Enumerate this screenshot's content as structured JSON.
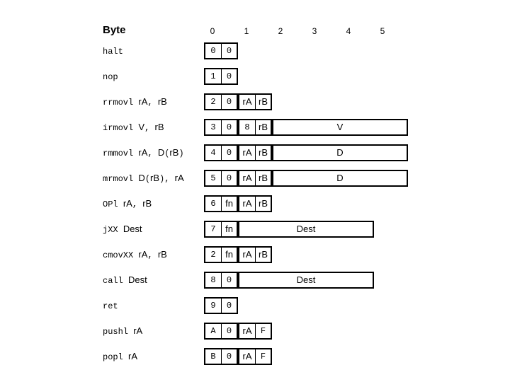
{
  "header": {
    "title": "Byte",
    "byte_indices": [
      "0",
      "1",
      "2",
      "3",
      "4",
      "5"
    ]
  },
  "instructions": [
    {
      "label": [
        {
          "t": "halt",
          "f": "mono"
        }
      ],
      "bytes": [
        {
          "cells": [
            {
              "v": "0",
              "f": "mono"
            },
            {
              "v": "0",
              "f": "mono"
            }
          ]
        }
      ]
    },
    {
      "label": [
        {
          "t": "nop",
          "f": "mono"
        }
      ],
      "bytes": [
        {
          "cells": [
            {
              "v": "1",
              "f": "mono"
            },
            {
              "v": "0",
              "f": "mono"
            }
          ]
        }
      ]
    },
    {
      "label": [
        {
          "t": "rrmovl ",
          "f": "mono"
        },
        {
          "t": "rA",
          "f": "sans"
        },
        {
          "t": ", ",
          "f": "mono"
        },
        {
          "t": "rB",
          "f": "sans"
        }
      ],
      "bytes": [
        {
          "cells": [
            {
              "v": "2",
              "f": "mono"
            },
            {
              "v": "0",
              "f": "mono"
            }
          ]
        },
        {
          "cells": [
            {
              "v": "rA",
              "f": "sans"
            },
            {
              "v": "rB",
              "f": "sans"
            }
          ]
        }
      ]
    },
    {
      "label": [
        {
          "t": "irmovl ",
          "f": "mono"
        },
        {
          "t": "V",
          "f": "sans"
        },
        {
          "t": ", ",
          "f": "mono"
        },
        {
          "t": "rB",
          "f": "sans"
        }
      ],
      "bytes": [
        {
          "cells": [
            {
              "v": "3",
              "f": "mono"
            },
            {
              "v": "0",
              "f": "mono"
            }
          ]
        },
        {
          "cells": [
            {
              "v": "8",
              "f": "mono"
            },
            {
              "v": "rB",
              "f": "sans"
            }
          ]
        },
        {
          "wide": 4,
          "cells": [
            {
              "v": "V",
              "f": "sans"
            }
          ]
        }
      ]
    },
    {
      "label": [
        {
          "t": "rmmovl ",
          "f": "mono"
        },
        {
          "t": "rA",
          "f": "sans"
        },
        {
          "t": ", ",
          "f": "mono"
        },
        {
          "t": "D",
          "f": "sans"
        },
        {
          "t": "(",
          "f": "mono"
        },
        {
          "t": "rB",
          "f": "sans"
        },
        {
          "t": ")",
          "f": "mono"
        }
      ],
      "bytes": [
        {
          "cells": [
            {
              "v": "4",
              "f": "mono"
            },
            {
              "v": "0",
              "f": "mono"
            }
          ]
        },
        {
          "cells": [
            {
              "v": "rA",
              "f": "sans"
            },
            {
              "v": "rB",
              "f": "sans"
            }
          ]
        },
        {
          "wide": 4,
          "cells": [
            {
              "v": "D",
              "f": "sans"
            }
          ]
        }
      ]
    },
    {
      "label": [
        {
          "t": "mrmovl ",
          "f": "mono"
        },
        {
          "t": "D",
          "f": "sans"
        },
        {
          "t": "(",
          "f": "mono"
        },
        {
          "t": "rB",
          "f": "sans"
        },
        {
          "t": "), ",
          "f": "mono"
        },
        {
          "t": "rA",
          "f": "sans"
        }
      ],
      "bytes": [
        {
          "cells": [
            {
              "v": "5",
              "f": "mono"
            },
            {
              "v": "0",
              "f": "mono"
            }
          ]
        },
        {
          "cells": [
            {
              "v": "rA",
              "f": "sans"
            },
            {
              "v": "rB",
              "f": "sans"
            }
          ]
        },
        {
          "wide": 4,
          "cells": [
            {
              "v": "D",
              "f": "sans"
            }
          ]
        }
      ]
    },
    {
      "label": [
        {
          "t": "OPl ",
          "f": "mono"
        },
        {
          "t": "rA",
          "f": "sans"
        },
        {
          "t": ", ",
          "f": "mono"
        },
        {
          "t": "rB",
          "f": "sans"
        }
      ],
      "bytes": [
        {
          "cells": [
            {
              "v": "6",
              "f": "mono"
            },
            {
              "v": "fn",
              "f": "sans"
            }
          ]
        },
        {
          "cells": [
            {
              "v": "rA",
              "f": "sans"
            },
            {
              "v": "rB",
              "f": "sans"
            }
          ]
        }
      ]
    },
    {
      "label": [
        {
          "t": "jXX ",
          "f": "mono"
        },
        {
          "t": "Dest",
          "f": "sans"
        }
      ],
      "bytes": [
        {
          "cells": [
            {
              "v": "7",
              "f": "mono"
            },
            {
              "v": "fn",
              "f": "sans"
            }
          ]
        },
        {
          "wide": 4,
          "cells": [
            {
              "v": "Dest",
              "f": "sans"
            }
          ]
        }
      ]
    },
    {
      "label": [
        {
          "t": "cmovXX ",
          "f": "mono"
        },
        {
          "t": "rA",
          "f": "sans"
        },
        {
          "t": ", ",
          "f": "mono"
        },
        {
          "t": "rB",
          "f": "sans"
        }
      ],
      "bytes": [
        {
          "cells": [
            {
              "v": "2",
              "f": "mono"
            },
            {
              "v": "fn",
              "f": "sans"
            }
          ]
        },
        {
          "cells": [
            {
              "v": "rA",
              "f": "sans"
            },
            {
              "v": "rB",
              "f": "sans"
            }
          ]
        }
      ]
    },
    {
      "label": [
        {
          "t": "call ",
          "f": "mono"
        },
        {
          "t": "Dest",
          "f": "sans"
        }
      ],
      "bytes": [
        {
          "cells": [
            {
              "v": "8",
              "f": "mono"
            },
            {
              "v": "0",
              "f": "mono"
            }
          ]
        },
        {
          "wide": 4,
          "cells": [
            {
              "v": "Dest",
              "f": "sans"
            }
          ]
        }
      ]
    },
    {
      "label": [
        {
          "t": "ret",
          "f": "mono"
        }
      ],
      "bytes": [
        {
          "cells": [
            {
              "v": "9",
              "f": "mono"
            },
            {
              "v": "0",
              "f": "mono"
            }
          ]
        }
      ]
    },
    {
      "label": [
        {
          "t": "pushl ",
          "f": "mono"
        },
        {
          "t": "rA",
          "f": "sans"
        }
      ],
      "bytes": [
        {
          "cells": [
            {
              "v": "A",
              "f": "mono"
            },
            {
              "v": "0",
              "f": "mono"
            }
          ]
        },
        {
          "cells": [
            {
              "v": "rA",
              "f": "sans"
            },
            {
              "v": "F",
              "f": "mono"
            }
          ]
        }
      ]
    },
    {
      "label": [
        {
          "t": "popl ",
          "f": "mono"
        },
        {
          "t": "rA",
          "f": "sans"
        }
      ],
      "bytes": [
        {
          "cells": [
            {
              "v": "B",
              "f": "mono"
            },
            {
              "v": "0",
              "f": "mono"
            }
          ]
        },
        {
          "cells": [
            {
              "v": "rA",
              "f": "sans"
            },
            {
              "v": "F",
              "f": "mono"
            }
          ]
        }
      ]
    }
  ]
}
